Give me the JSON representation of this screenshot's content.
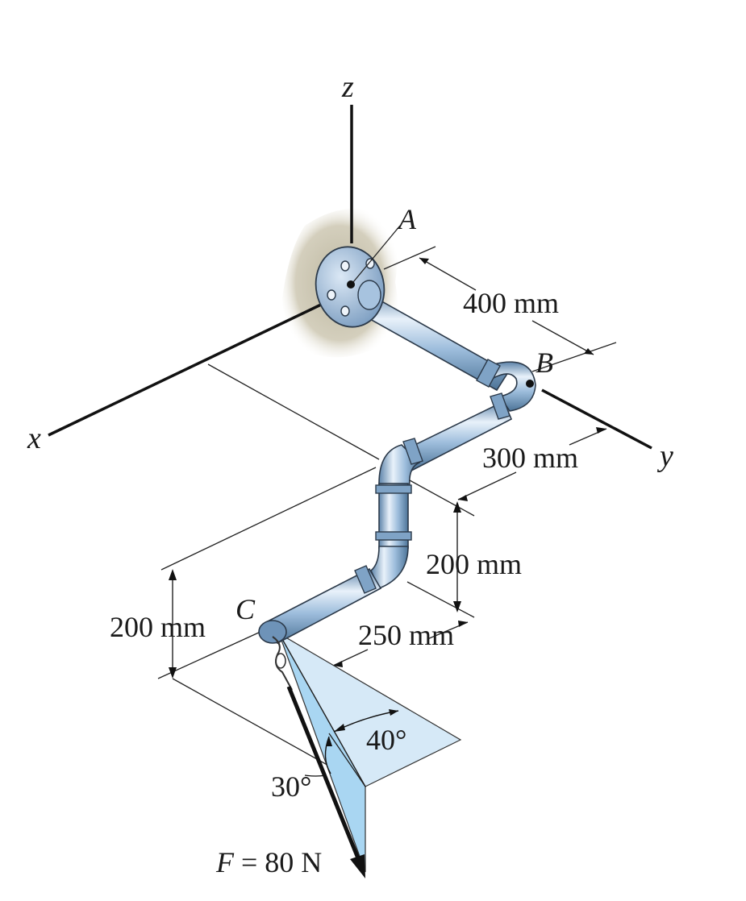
{
  "axes": {
    "x": "x",
    "y": "y",
    "z": "z"
  },
  "points": {
    "A": "A",
    "B": "B",
    "C": "C"
  },
  "dimensions": {
    "ab": "400 mm",
    "b_down": "300 mm",
    "vertical": "200 mm",
    "c_seg": "250 mm",
    "c_height": "200 mm"
  },
  "angles": {
    "a40": "40°",
    "a30": "30°"
  },
  "force": {
    "italic": "F",
    "rest": " = 80 N"
  },
  "colors": {
    "pipe_light": "#c9dcef",
    "pipe_mid": "#8fb2d6",
    "pipe_dark": "#4d7498",
    "wall_shade": "#cfcab8",
    "plane_fill": "#d6e9f7",
    "force_fill": "#9fd0f0"
  }
}
